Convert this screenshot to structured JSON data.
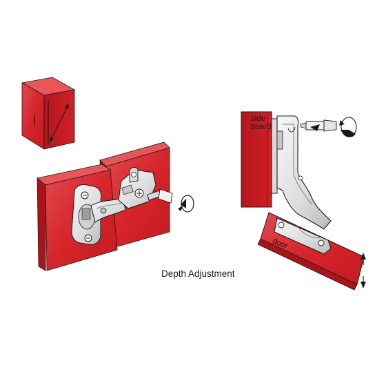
{
  "diagram": {
    "caption": "Depth Adjustment",
    "side_view": {
      "side_board_label_line1": "side",
      "side_board_label_line2": "board",
      "door_label": "door"
    },
    "colors": {
      "panel_red": "#d6252b",
      "panel_red_dark": "#a8141a",
      "panel_red_light": "#e8565a",
      "metal": "#e9e9ea",
      "metal_shadow": "#9d9d9f",
      "outline": "#1a1a1a"
    },
    "icons": [
      "cabinet-icon",
      "rotation-arrow-icon",
      "screwdriver-icon",
      "vertical-double-arrow-icon",
      "hinge-icon"
    ]
  }
}
